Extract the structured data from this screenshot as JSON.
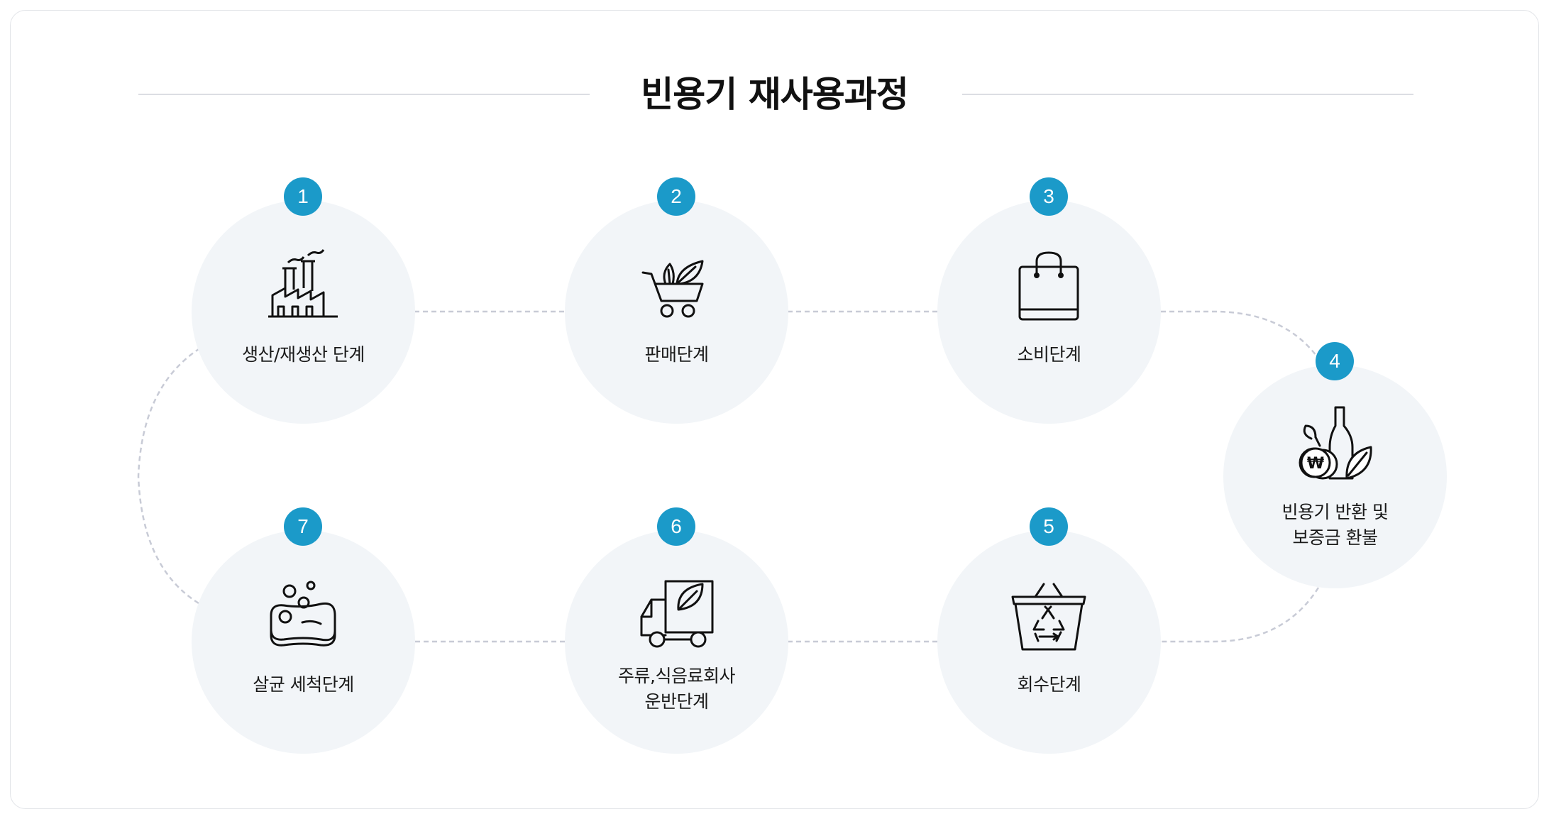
{
  "title": "빈용기 재사용과정",
  "steps": [
    {
      "number": "1",
      "lines": [
        "생산/재생산 단계"
      ],
      "icon": "factory-icon"
    },
    {
      "number": "2",
      "lines": [
        "판매단계"
      ],
      "icon": "shopping-cart-leaf-icon"
    },
    {
      "number": "3",
      "lines": [
        "소비단계"
      ],
      "icon": "shopping-bag-icon"
    },
    {
      "number": "4",
      "lines": [
        "빈용기 반환 및",
        "보증금 환불"
      ],
      "icon": "bottle-coin-refund-icon"
    },
    {
      "number": "5",
      "lines": [
        "회수단계"
      ],
      "icon": "recycle-basket-icon"
    },
    {
      "number": "6",
      "lines": [
        "주류,식음료회사",
        "운반단계"
      ],
      "icon": "delivery-truck-icon"
    },
    {
      "number": "7",
      "lines": [
        "살균 세척단계"
      ],
      "icon": "soap-bubbles-icon"
    }
  ],
  "colors": {
    "accent": "#1b9ac9",
    "circle_bg": "#f2f5f8",
    "connector": "#c8cbd6"
  }
}
